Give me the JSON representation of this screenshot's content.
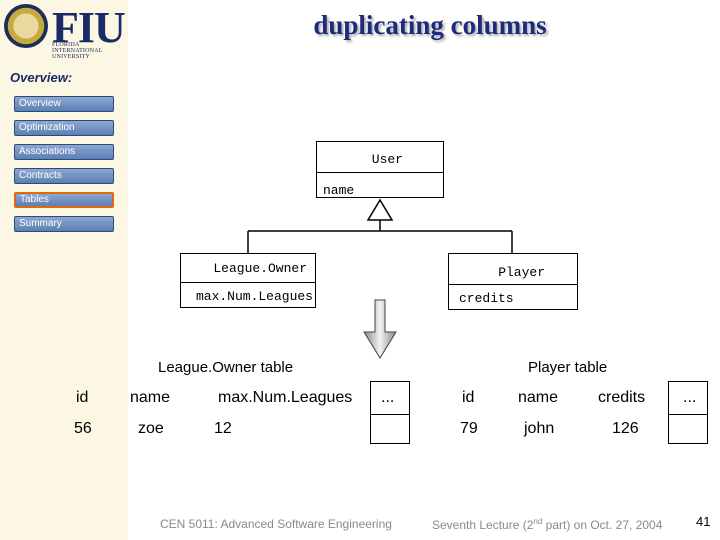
{
  "header": {
    "logo_text": "FIU",
    "logo_subtext": "FLORIDA INTERNATIONAL UNIVERSITY",
    "title": "duplicating columns"
  },
  "sidebar": {
    "heading": "Overview:",
    "items": [
      {
        "label": "Overview",
        "active": false
      },
      {
        "label": "Optimization",
        "active": false
      },
      {
        "label": "Associations",
        "active": false
      },
      {
        "label": "Contracts",
        "active": false
      },
      {
        "label": "Tables",
        "active": true
      },
      {
        "label": "Summary",
        "active": false
      }
    ]
  },
  "diagram": {
    "user": {
      "name": "User",
      "attribute": "name"
    },
    "league_owner": {
      "name": "League.Owner",
      "attribute": "max.Num.Leagues"
    },
    "player": {
      "name": "Player",
      "attribute": "credits"
    }
  },
  "league_owner_table": {
    "caption": "League.Owner table",
    "headers": [
      "id",
      "name",
      "max.Num.Leagues",
      "..."
    ],
    "row": [
      "56",
      "zoe",
      "12",
      ""
    ]
  },
  "player_table": {
    "caption": "Player table",
    "headers": [
      "id",
      "name",
      "credits",
      "..."
    ],
    "row": [
      "79",
      "john",
      "126",
      ""
    ]
  },
  "footer": {
    "course": "CEN 5011: Advanced Software Engineering",
    "lecture_prefix": "Seventh Lecture (2",
    "lecture_sup": "nd",
    "lecture_suffix": " part) on Oct. 27, 2004",
    "page_number": "41"
  },
  "colors": {
    "accent": "#e06a10",
    "nav_button": "#6f8fc2",
    "title": "#1c2c78"
  }
}
